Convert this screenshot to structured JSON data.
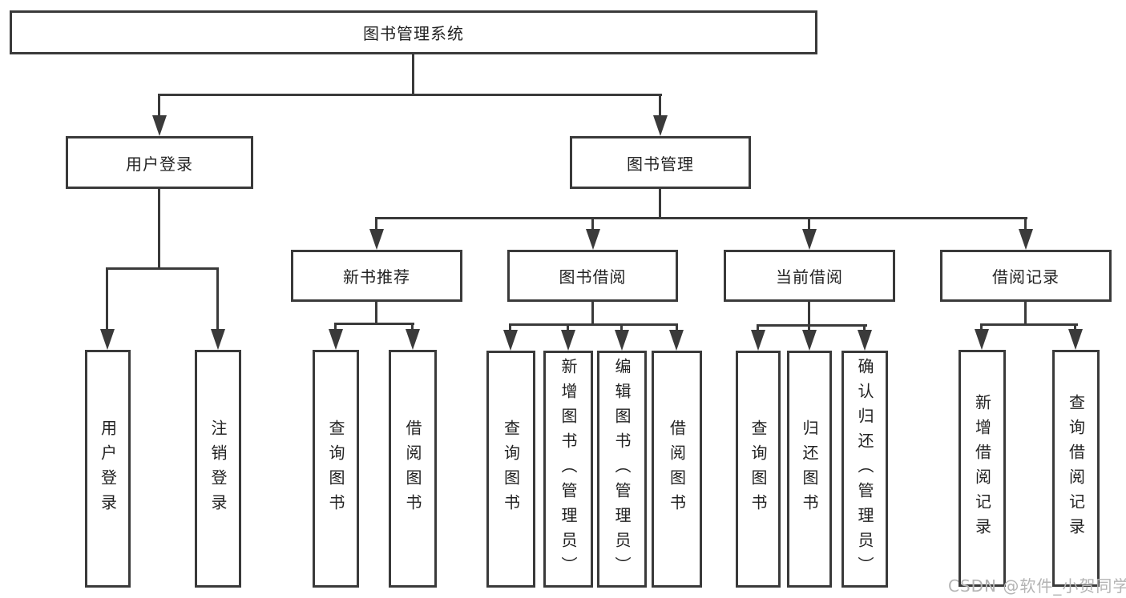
{
  "diagram": {
    "root": {
      "label": "图书管理系统"
    },
    "branches": [
      {
        "label": "用户登录",
        "children": [
          {
            "label": "用户登录"
          },
          {
            "label": "注销登录"
          }
        ]
      },
      {
        "label": "图书管理",
        "children": [
          {
            "label": "新书推荐",
            "children": [
              {
                "label": "查询图书"
              },
              {
                "label": "借阅图书"
              }
            ]
          },
          {
            "label": "图书借阅",
            "children": [
              {
                "label": "查询图书"
              },
              {
                "label": "新增图书（管理员）"
              },
              {
                "label": "编辑图书（管理员）"
              },
              {
                "label": "借阅图书"
              }
            ]
          },
          {
            "label": "当前借阅",
            "children": [
              {
                "label": "查询图书"
              },
              {
                "label": "归还图书"
              },
              {
                "label": "确认归还（管理员）"
              }
            ]
          },
          {
            "label": "借阅记录",
            "children": [
              {
                "label": "新增借阅记录"
              },
              {
                "label": "查询借阅记录"
              }
            ]
          }
        ]
      }
    ],
    "watermark": "CSDN @软件_小贺同学",
    "colors": {
      "line": "#3a3a3a",
      "box_border": "#3a3a3a",
      "text": "#222222",
      "background": "#ffffff",
      "watermark": "#b4b4b4"
    }
  }
}
